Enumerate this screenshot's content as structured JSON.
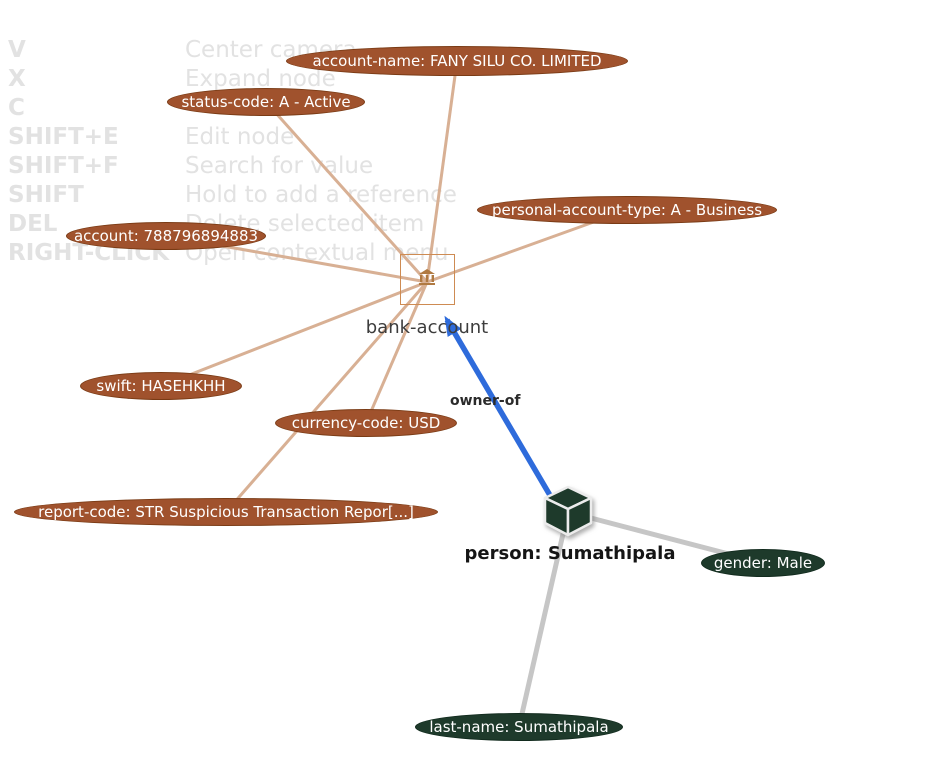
{
  "shortcuts": {
    "rows": [
      {
        "key": "V",
        "action": "Center camera"
      },
      {
        "key": "X",
        "action": "Expand node"
      },
      {
        "key": "C",
        "action": ""
      },
      {
        "key": "SHIFT+E",
        "action": "Edit node"
      },
      {
        "key": "SHIFT+F",
        "action": "Search for value"
      },
      {
        "key": "SHIFT",
        "action": "Hold to add a reference"
      },
      {
        "key": "DEL",
        "action": "Delete selected item"
      },
      {
        "key": "RIGHT-CLICK",
        "action": "Open contextual menu"
      }
    ]
  },
  "graph": {
    "nodes": [
      {
        "id": "bank-account",
        "label": "bank-account",
        "type": "bank-account",
        "selected": true
      },
      {
        "id": "person",
        "label": "person: Sumathipala",
        "type": "person"
      }
    ],
    "relationship": {
      "label": "owner-of",
      "from": "person",
      "to": "bank-account"
    },
    "attributes": [
      {
        "label": "account-name: FANY SILU CO. LIMITED",
        "group": "bank"
      },
      {
        "label": "status-code: A - Active",
        "group": "bank"
      },
      {
        "label": "personal-account-type: A - Business",
        "group": "bank"
      },
      {
        "label": "account: 788796894883",
        "group": "bank"
      },
      {
        "label": "swift: HASEHKHH",
        "group": "bank"
      },
      {
        "label": "currency-code: USD",
        "group": "bank"
      },
      {
        "label": "report-code: STR Suspicious Transaction Repor[...]",
        "group": "bank"
      },
      {
        "label": "gender: Male",
        "group": "person"
      },
      {
        "label": "last-name: Sumathipala",
        "group": "person"
      }
    ]
  },
  "colors": {
    "bank_attr_fill": "#A0522D",
    "bank_attr_border": "#7A3B15",
    "person_attr_fill": "#1E3A2B",
    "person_attr_border": "#122B1E",
    "bank_edge": "#D8B094",
    "person_edge": "#C6C6C6",
    "relation_edge": "#2E6BDB",
    "selection_box": "#CE8B52",
    "watermark": "#E2E2E2",
    "node_label": "#3D3D3D",
    "person_label": "#151515",
    "edge_label": "#2B2B2B"
  }
}
